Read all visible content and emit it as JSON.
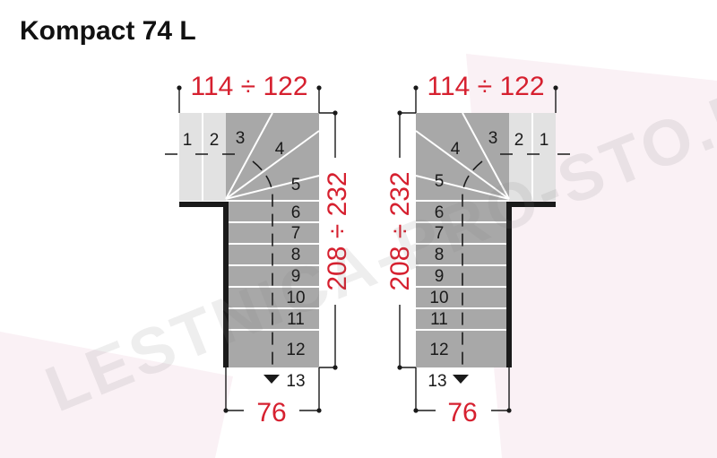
{
  "title": "Kompact 74 L",
  "watermark": "LESTNICA-PRO-STO.RU",
  "colors": {
    "dimension": "#d6202f",
    "tread": "#a8a8a8",
    "landing": "#e2e2e2",
    "wall": "#1a1a1a",
    "background_tint": "#f6e6ec"
  },
  "left_stair": {
    "dim_top": "114 ÷ 122",
    "dim_side": "208 ÷ 232",
    "dim_bottom": "76",
    "steps": [
      "1",
      "2",
      "3",
      "4",
      "5",
      "6",
      "7",
      "8",
      "9",
      "10",
      "11",
      "12",
      "13"
    ]
  },
  "right_stair": {
    "dim_top": "114 ÷ 122",
    "dim_side": "208 ÷ 232",
    "dim_bottom": "76",
    "steps": [
      "1",
      "2",
      "3",
      "4",
      "5",
      "6",
      "7",
      "8",
      "9",
      "10",
      "11",
      "12",
      "13"
    ]
  }
}
